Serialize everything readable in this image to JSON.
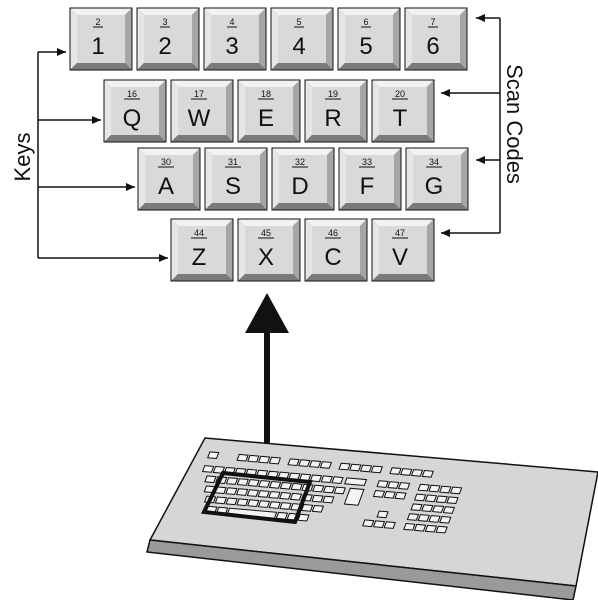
{
  "labels": {
    "keys": "Keys",
    "scan_codes": "Scan Codes"
  },
  "key_rows": [
    [
      {
        "char": "1",
        "code": "2"
      },
      {
        "char": "2",
        "code": "3"
      },
      {
        "char": "3",
        "code": "4"
      },
      {
        "char": "4",
        "code": "5"
      },
      {
        "char": "5",
        "code": "6"
      },
      {
        "char": "6",
        "code": "7"
      }
    ],
    [
      {
        "char": "Q",
        "code": "16"
      },
      {
        "char": "W",
        "code": "17"
      },
      {
        "char": "E",
        "code": "18"
      },
      {
        "char": "R",
        "code": "19"
      },
      {
        "char": "T",
        "code": "20"
      }
    ],
    [
      {
        "char": "A",
        "code": "30"
      },
      {
        "char": "S",
        "code": "31"
      },
      {
        "char": "D",
        "code": "32"
      },
      {
        "char": "F",
        "code": "33"
      },
      {
        "char": "G",
        "code": "34"
      }
    ],
    [
      {
        "char": "Z",
        "code": "44"
      },
      {
        "char": "X",
        "code": "45"
      },
      {
        "char": "C",
        "code": "46"
      },
      {
        "char": "V",
        "code": "47"
      }
    ]
  ],
  "colors": {
    "key_face": "#d9d9d9",
    "key_light": "#f2f2f2",
    "key_shadow": "#8c8c8c",
    "keyboard_body": "#cfcfcf",
    "ink": "#111111"
  }
}
